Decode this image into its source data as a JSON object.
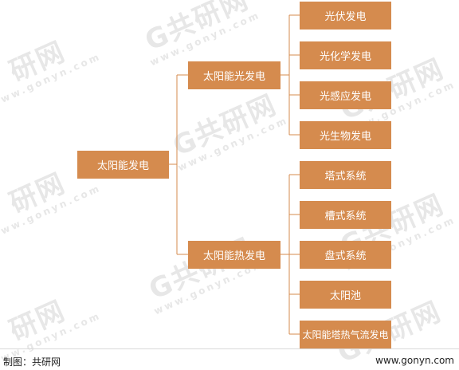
{
  "diagram": {
    "root": "太阳能发电",
    "branches": [
      {
        "label": "太阳能光发电",
        "children": [
          "光伏发电",
          "光化学发电",
          "光感应发电",
          "光生物发电"
        ]
      },
      {
        "label": "太阳能热发电",
        "children": [
          "塔式系统",
          "槽式系统",
          "盘式系统",
          "太阳池",
          "太阳能塔热气流发电"
        ]
      }
    ]
  },
  "footer": {
    "source": "制图：共研网",
    "url": "www.gonyn.com"
  },
  "watermark": {
    "text": "共研网",
    "url": "w w w . g o n y n . c o m"
  },
  "colors": {
    "box": "#d58b4e",
    "line": "#d58b4e",
    "watermark": "#e7e7e7"
  }
}
